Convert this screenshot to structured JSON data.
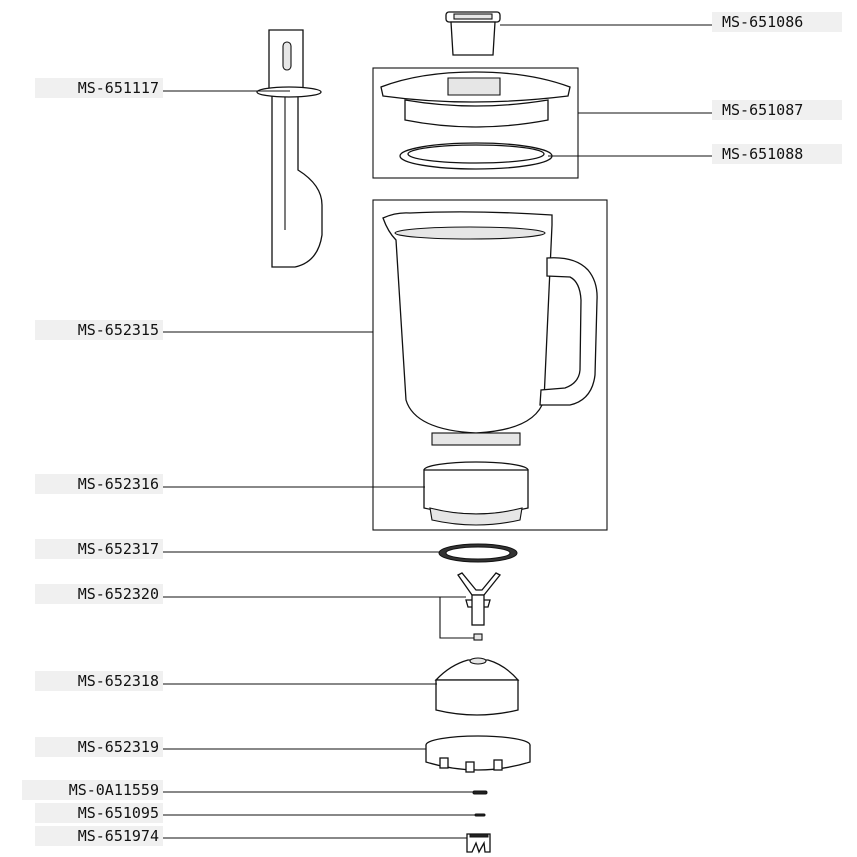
{
  "parts": [
    {
      "ref": "MS-651117"
    },
    {
      "ref": "MS-651086"
    },
    {
      "ref": "MS-651087"
    },
    {
      "ref": "MS-651088"
    },
    {
      "ref": "MS-652315"
    },
    {
      "ref": "MS-652316"
    },
    {
      "ref": "MS-652317"
    },
    {
      "ref": "MS-652320"
    },
    {
      "ref": "MS-652318"
    },
    {
      "ref": "MS-652319"
    },
    {
      "ref": "MS-0A11559"
    },
    {
      "ref": "MS-651095"
    },
    {
      "ref": "MS-651974"
    }
  ]
}
